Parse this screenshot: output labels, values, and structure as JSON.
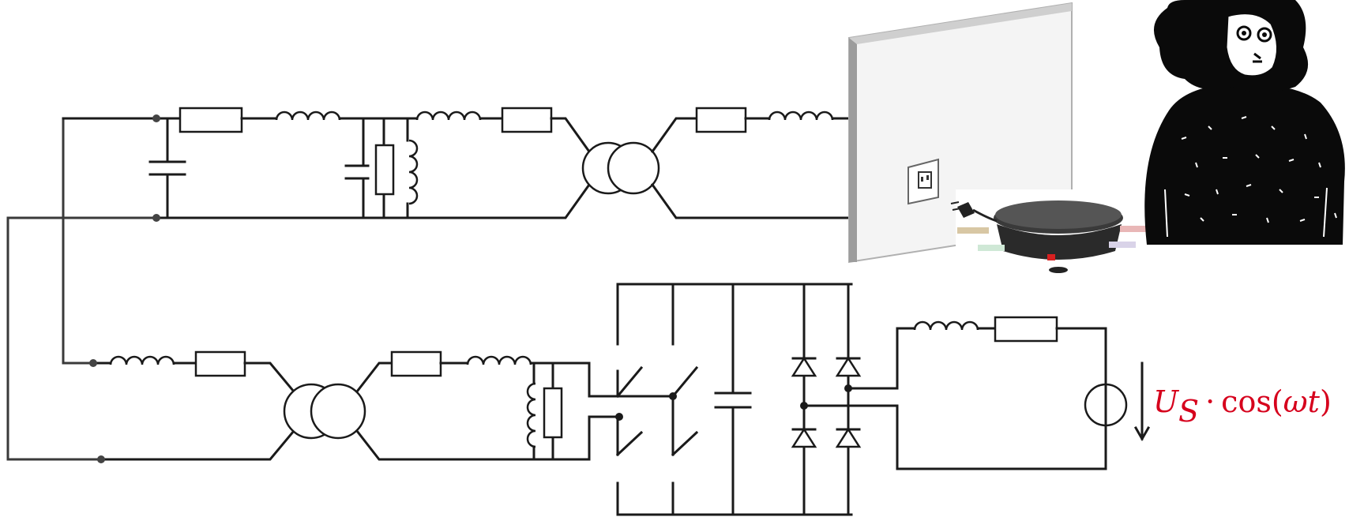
{
  "source_label": {
    "symbol": "U",
    "subscript": "S",
    "operator": "·",
    "func": "cos",
    "open": "(",
    "argument": "ωt",
    "close": ")"
  },
  "colors": {
    "wire": "#1a1a1a",
    "label": "#d6001c",
    "wall_face": "#f4f4f4",
    "wall_edge": "#b0b0b0"
  },
  "icons": [
    "wall-socket-icon",
    "raclette-grill-icon",
    "power-plug-icon",
    "person-cartoon-icon"
  ]
}
